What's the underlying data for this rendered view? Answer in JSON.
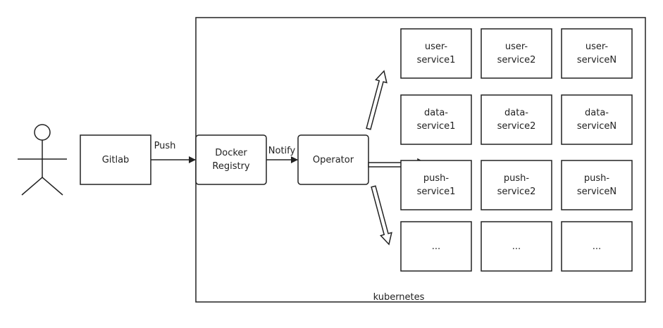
{
  "actor": {
    "icon": "stick-figure-user"
  },
  "gitlab": {
    "label": "Gitlab"
  },
  "push_label": "Push",
  "registry": {
    "label": "Docker\nRegistry"
  },
  "notify_label": "Notify",
  "operator": {
    "label": "Operator"
  },
  "cluster": {
    "label": "kubernetes"
  },
  "services": [
    [
      "user-\nservice1",
      "user-\nservice2",
      "user-\nserviceN"
    ],
    [
      "data-\nservice1",
      "data-\nservice2",
      "data-\nserviceN"
    ],
    [
      "push-\nservice1",
      "push-\nservice2",
      "push-\nserviceN"
    ],
    [
      "...",
      "...",
      "..."
    ]
  ],
  "colors": {
    "stroke": "#222222",
    "background": "#ffffff",
    "text": "#222222"
  }
}
